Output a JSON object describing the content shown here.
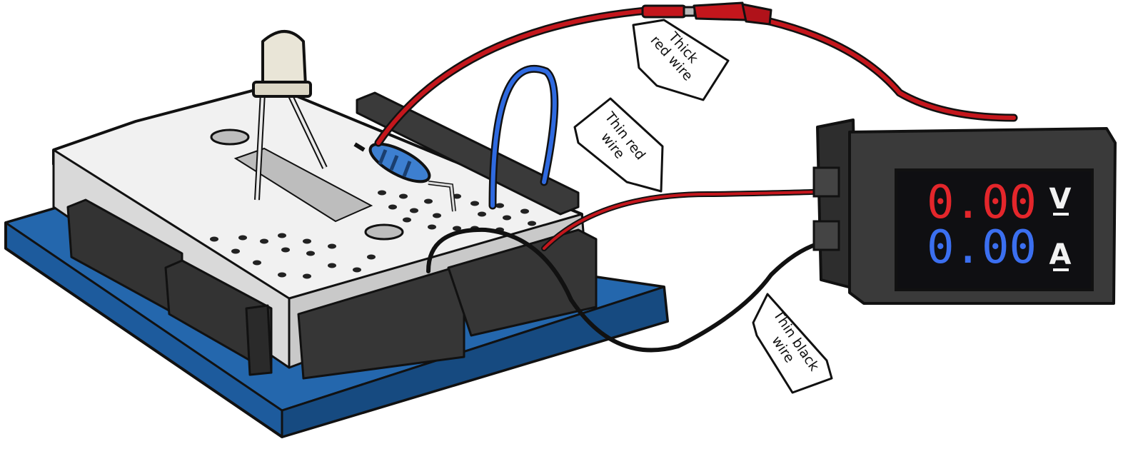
{
  "labels": {
    "thick_red_wire": [
      "Thick",
      "red wire"
    ],
    "thin_red_wire": [
      "Thin red",
      "wire"
    ],
    "thin_black_wire": [
      "Thin black",
      "wire"
    ]
  },
  "meter": {
    "voltage_reading": "0.00",
    "current_reading": "0.00",
    "voltage_unit": "V",
    "current_unit": "A",
    "voltage_color": "#e4262b",
    "current_color": "#3b6ff0"
  },
  "colors": {
    "thick_red_wire": "#c4161c",
    "thin_red_wire": "#c4161c",
    "thin_black_wire": "#1a1a1a",
    "jumper_wire": "#2f6ae0",
    "base_plate": "#1f5fa3",
    "breadboard": "#efefef",
    "meter_body": "#3a3a3a",
    "resistor": "#3d7fd0",
    "led": "#e8e4d8"
  },
  "icons": [
    "led-icon",
    "resistor-icon",
    "voltmeter-ammeter-icon",
    "alligator-clip-icon"
  ]
}
